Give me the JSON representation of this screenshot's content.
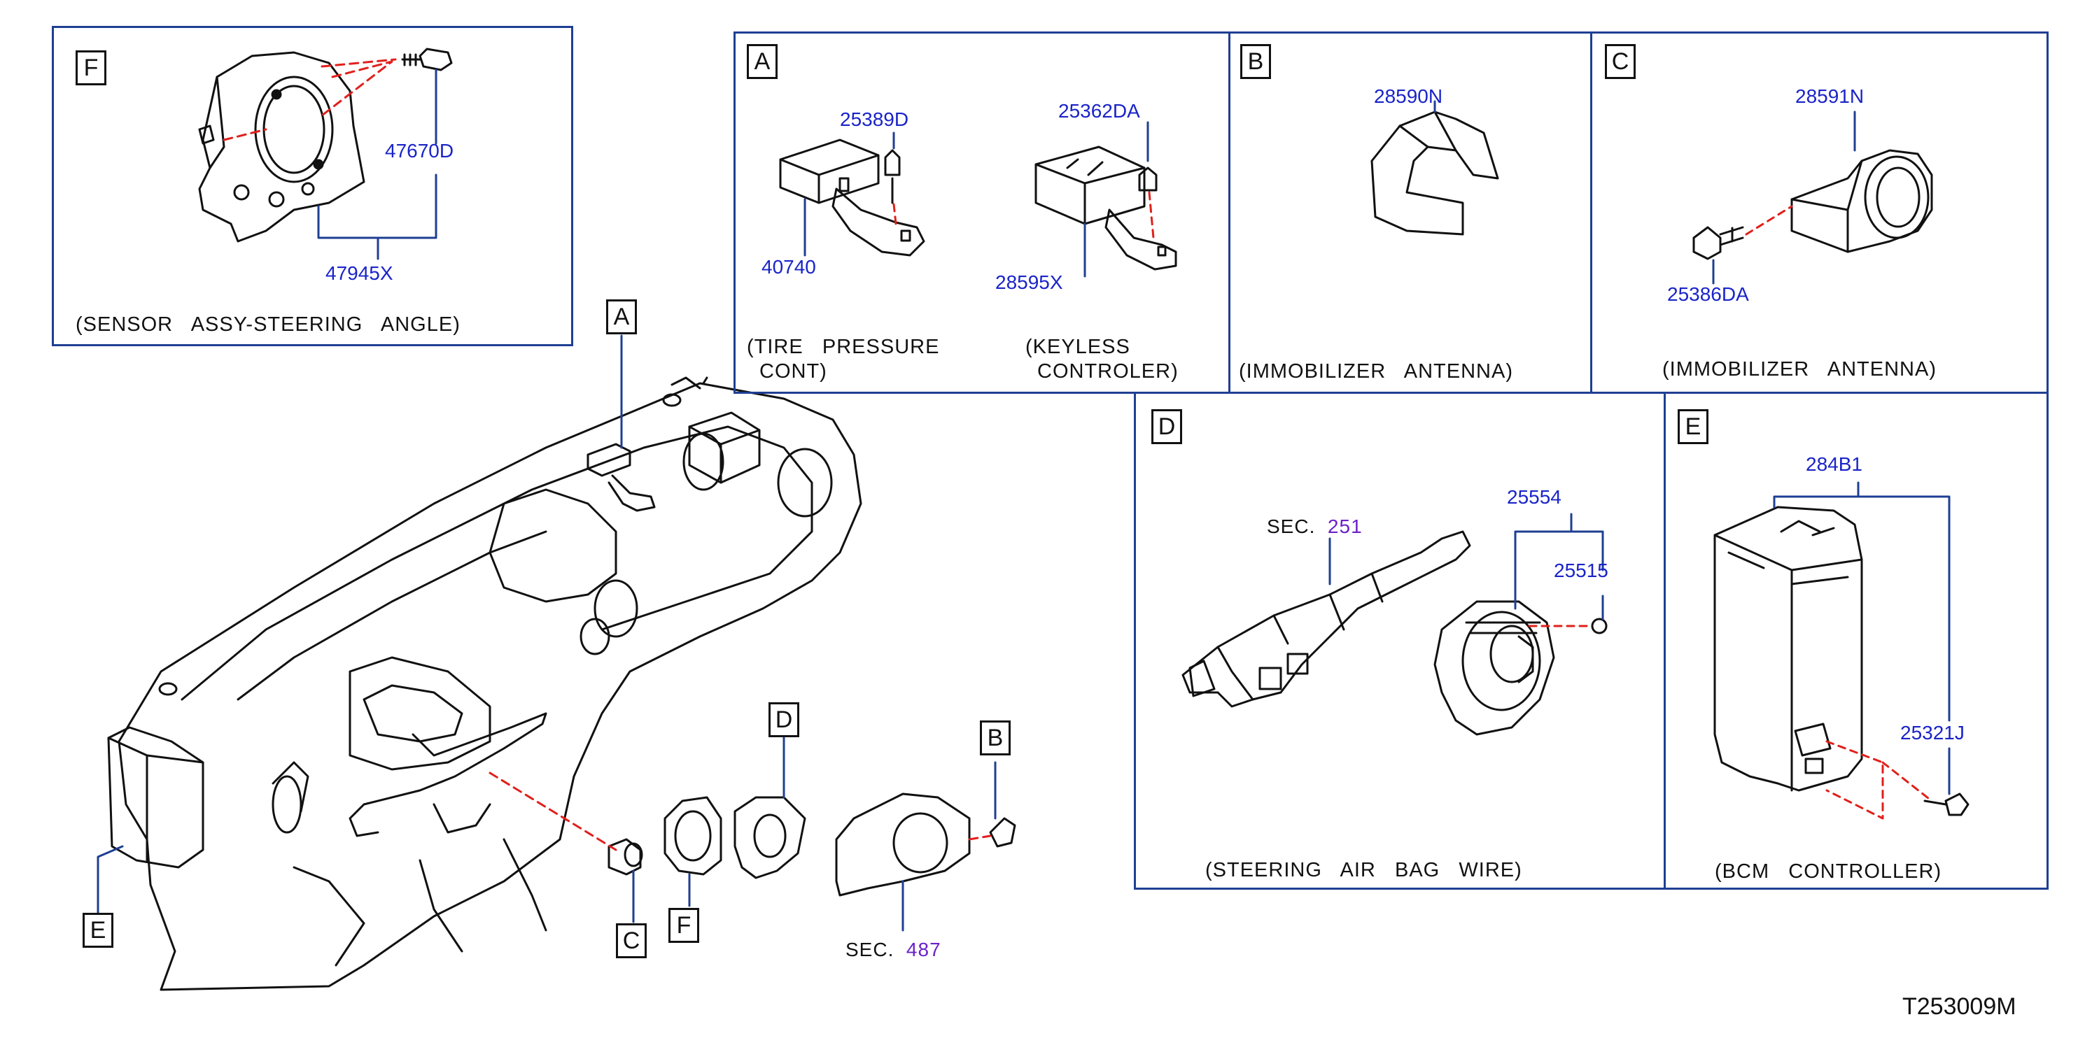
{
  "panels": {
    "F": {
      "letter": "F",
      "parts": [
        "47670D",
        "47945X"
      ],
      "caption": "(SENSOR   ASSY-STEERING   ANGLE)"
    },
    "A": {
      "letter": "A",
      "parts": [
        "25389D",
        "40740",
        "25362DA",
        "28595X"
      ],
      "caption_left_1": "(TIRE   PRESSURE",
      "caption_left_2": "CONT)",
      "caption_right_1": "(KEYLESS",
      "caption_right_2": "CONTROLER)"
    },
    "B": {
      "letter": "B",
      "parts": [
        "28590N"
      ],
      "caption": "(IMMOBILIZER   ANTENNA)"
    },
    "C": {
      "letter": "C",
      "parts": [
        "28591N",
        "25386DA"
      ],
      "caption": "(IMMOBILIZER   ANTENNA)"
    },
    "D": {
      "letter": "D",
      "parts": [
        "25554",
        "25515"
      ],
      "sec_label": "SEC.",
      "sec_number": "251",
      "caption": "(STEERING   AIR   BAG   WIRE)"
    },
    "E": {
      "letter": "E",
      "parts": [
        "284B1",
        "25321J"
      ],
      "caption": "(BCM   CONTROLLER)"
    }
  },
  "overview": {
    "callouts": [
      "A",
      "D",
      "B",
      "E",
      "C",
      "F"
    ],
    "sec_label": "SEC.",
    "sec_number": "487"
  },
  "diagram_code": "T253009M",
  "colors": {
    "frame": "#1f3f93",
    "part_number": "#1a24c8",
    "section_ref": "#6a22c8",
    "leader_dash": "#e0201b",
    "line_art": "#111111"
  }
}
